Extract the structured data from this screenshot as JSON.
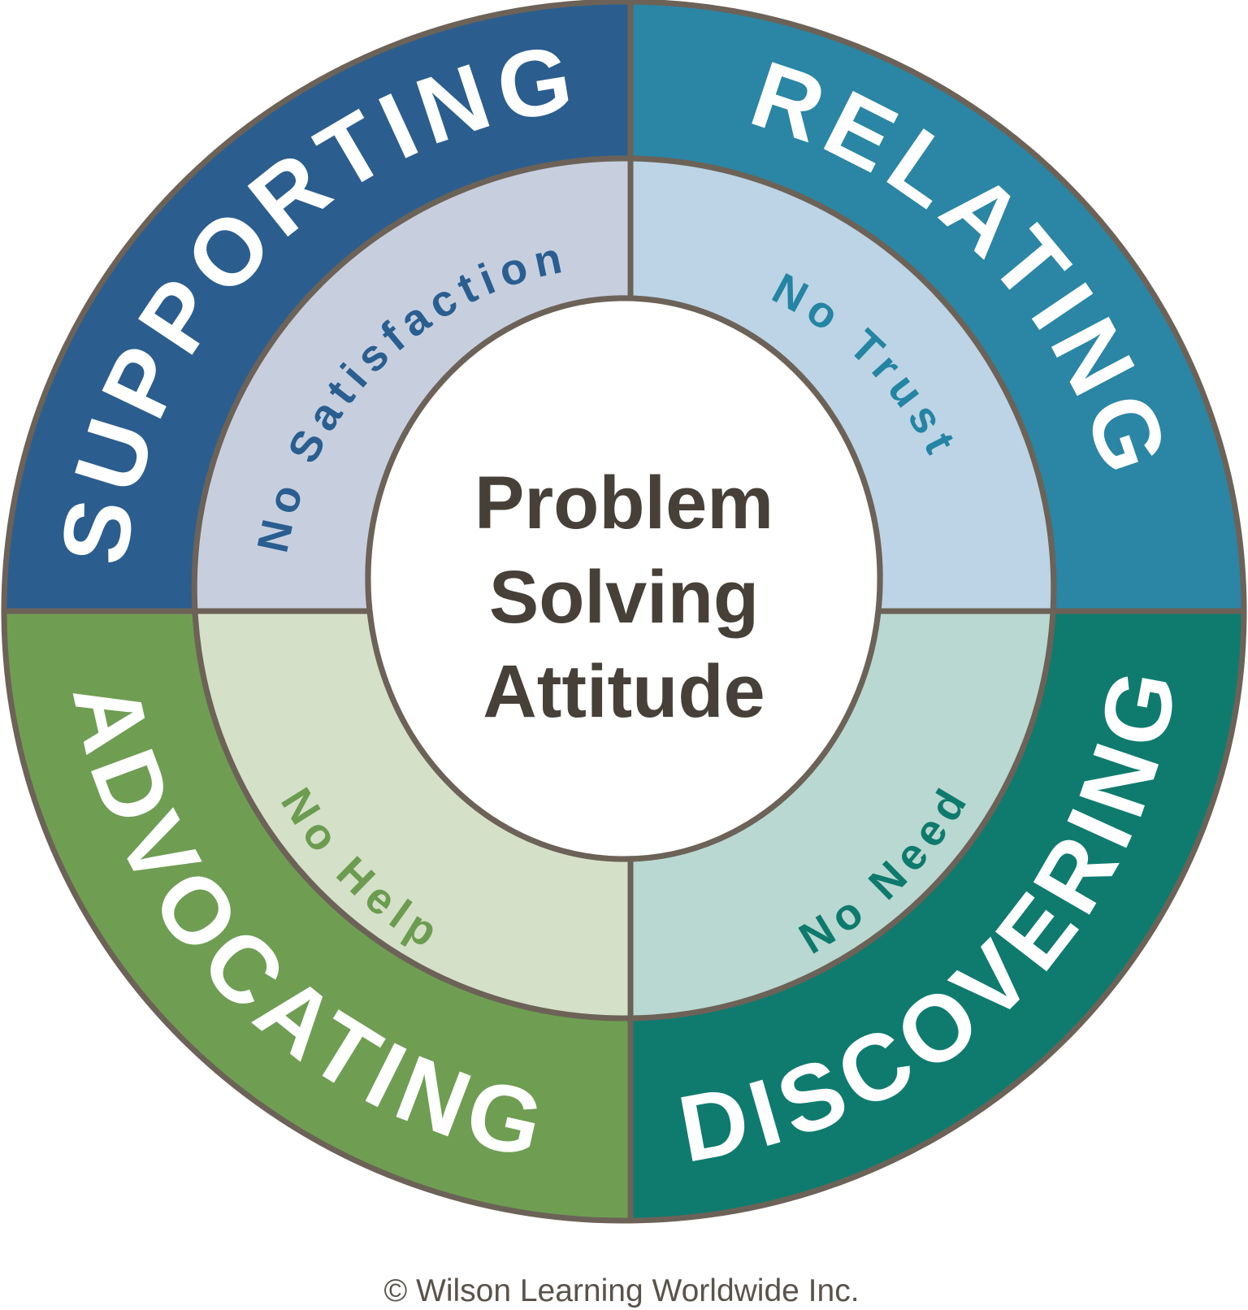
{
  "diagram": {
    "stroke_color": "#6C6257",
    "quadrants": [
      {
        "label": "SUPPORTING",
        "ring_color": "#2B5E8F",
        "inner_label": "No Satisfaction",
        "inner_bg": "#C7CFDF",
        "inner_text_color": "#2A5E90"
      },
      {
        "label": "RELATING",
        "ring_color": "#2A86A4",
        "inner_label": "No Trust",
        "inner_bg": "#BCD4E5",
        "inner_text_color": "#2484A3"
      },
      {
        "label": "ADVOCATING",
        "ring_color": "#6F9E53",
        "inner_label": "No Help",
        "inner_bg": "#D5E0C8",
        "inner_text_color": "#6C9C50"
      },
      {
        "label": "DISCOVERING",
        "ring_color": "#0F7B6F",
        "inner_label": "No Need",
        "inner_bg": "#B9D8D1",
        "inner_text_color": "#0E7A6E"
      }
    ],
    "center": {
      "bg_color": "#FFFFFF",
      "text_color": "#474039",
      "lines": [
        "Problem",
        "Solving",
        "Attitude"
      ]
    },
    "footer": {
      "text": "© Wilson Learning Worldwide Inc.",
      "color": "#59534C"
    }
  }
}
